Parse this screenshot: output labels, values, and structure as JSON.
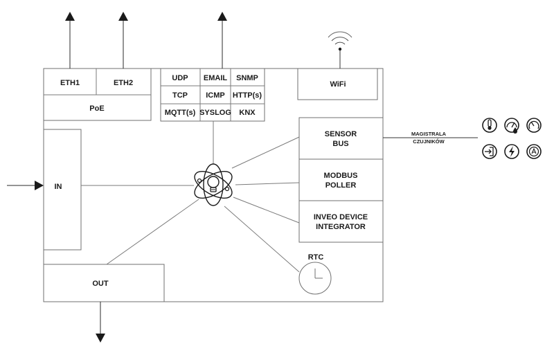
{
  "network": {
    "eth1": "ETH1",
    "eth2": "ETH2",
    "poe": "PoE"
  },
  "protocols": [
    [
      "UDP",
      "EMAIL",
      "SNMP"
    ],
    [
      "TCP",
      "ICMP",
      "HTTP(s)"
    ],
    [
      "MQTT(s)",
      "SYSLOG",
      "KNX"
    ]
  ],
  "wifi": "WiFi",
  "sensor_bus": {
    "line1": "SENSOR",
    "line2": "BUS"
  },
  "modbus": {
    "line1": "MODBUS",
    "line2": "POLLER"
  },
  "integrator": {
    "line1": "INVEO DEVICE",
    "line2": "INTEGRATOR"
  },
  "bus_label": {
    "line1": "MAGISTRALA",
    "line2": "CZUJNIKÓW"
  },
  "input": "IN",
  "output": "OUT",
  "rtc": "RTC",
  "sensor_icons": [
    "thermometer-icon",
    "humidity-gauge-icon",
    "pressure-gauge-icon",
    "input-icon",
    "power-icon",
    "current-icon"
  ]
}
